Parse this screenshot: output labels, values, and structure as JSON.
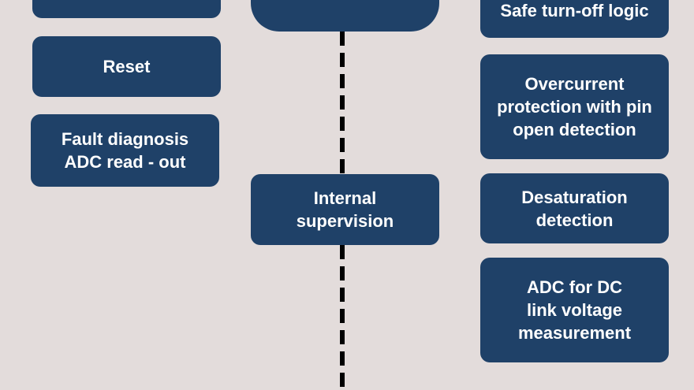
{
  "diagram": {
    "colors": {
      "background": "#e3dcdb",
      "box_fill": "#1f4168",
      "box_text": "#ffffff",
      "connector": "#000000"
    },
    "left_column": [
      {
        "id": "top-left",
        "label": ""
      },
      {
        "id": "reset",
        "label": "Reset"
      },
      {
        "id": "fault-diagnosis",
        "label": "Fault diagnosis\nADC read - out"
      }
    ],
    "center_column": [
      {
        "id": "top-center",
        "label": ""
      },
      {
        "id": "internal-supervision",
        "label": "Internal\nsupervision"
      }
    ],
    "right_column": [
      {
        "id": "safe-turn-off",
        "label": "Safe turn-off logic"
      },
      {
        "id": "overcurrent",
        "label": "Overcurrent\nprotection with pin\nopen detection"
      },
      {
        "id": "desaturation",
        "label": "Desaturation\ndetection"
      },
      {
        "id": "adc-dc-link",
        "label": "ADC  for DC\nlink voltage\nmeasurement"
      }
    ]
  }
}
